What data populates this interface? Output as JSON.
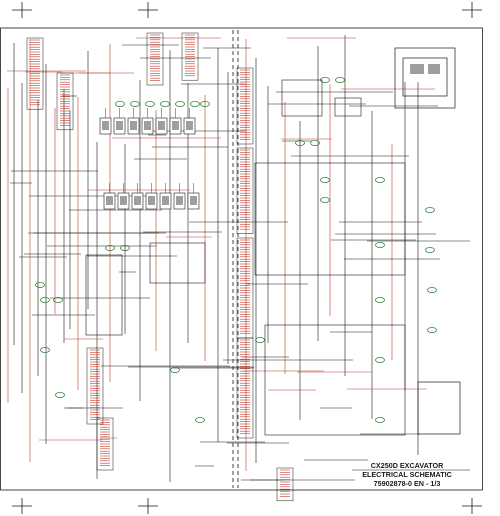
{
  "title_block": {
    "line1": "CX250D EXCAVATOR",
    "line2": "ELECTRICAL SCHEMATIC",
    "line3": "75902878-0 EN - 1/3"
  },
  "colors": {
    "wire_black": "#1a1a1a",
    "wire_red": "#c0392b",
    "connector_green": "#2e7d32",
    "component_gray": "#9e9e9e",
    "background": "#ffffff"
  },
  "diagram": {
    "kind": "electrical schematic",
    "main_conductor_style": "dashed vertical bus lines",
    "relay_bank_top_count": 7,
    "relay_bank_middle_count": 7,
    "connector_bus_count": 2
  }
}
